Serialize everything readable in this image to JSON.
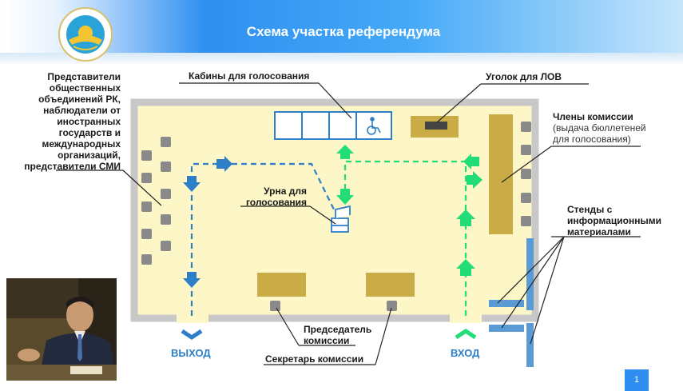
{
  "header": {
    "title": "Схема участка референдума"
  },
  "labels": {
    "left_group": [
      "Представители",
      "общественных",
      "объединений РК,",
      "наблюдатели от",
      "иностранных",
      "государств и",
      "международных",
      "организаций,",
      "представители СМИ"
    ],
    "booths": "Кабины для голосования",
    "lov_corner": "Уголок для ЛОВ",
    "commission_title": "Члены комиссии",
    "commission_note": [
      "(выдача бюллетеней",
      "для голосования)"
    ],
    "urn": [
      "Урна для",
      "голосования"
    ],
    "stands": [
      "Стенды с",
      "информационными",
      "материалами"
    ],
    "chairman": [
      "Председатель",
      "комиссии"
    ],
    "secretary": "Секретарь комиссии",
    "exit": "ВЫХОД",
    "entrance": "ВХОД"
  },
  "icons": [
    "wheelchair-icon",
    "ballot-box-icon",
    "exit-chevron-icon",
    "entrance-chevron-icon"
  ],
  "colors": {
    "room": "#fdf6c6",
    "wall": "#c8c8c8",
    "desk": "#c9ac45",
    "booth": "#2e7ec8",
    "exit_path": "#2e7ec8",
    "entry_path": "#22dd77",
    "header": "#2f8ff0"
  },
  "slide": {
    "number": "1"
  }
}
